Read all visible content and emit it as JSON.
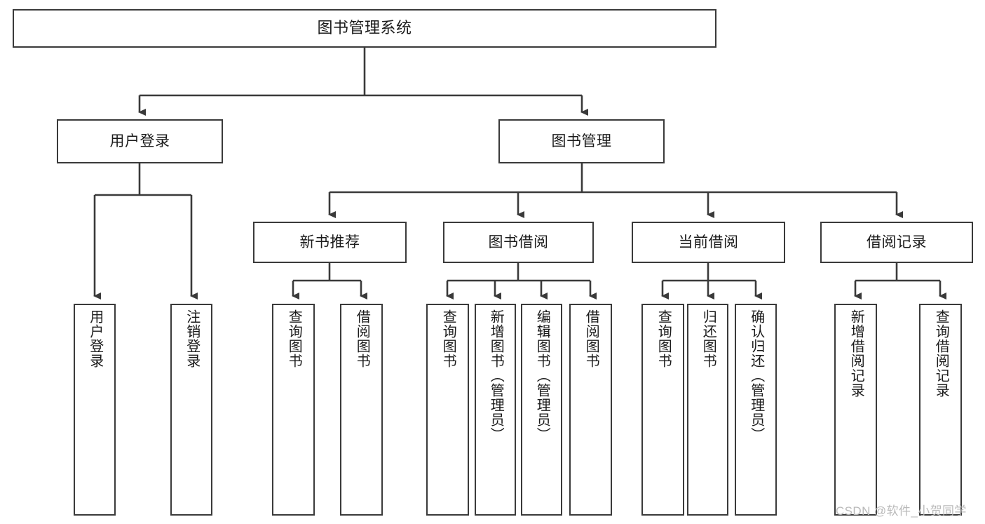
{
  "diagram": {
    "type": "tree-hierarchy",
    "title": "图书管理系统",
    "orientation": "top-down",
    "line_color": "#3a3a3a",
    "box_fill": "#ffffff",
    "text_color": "#1b1b1b",
    "nodes": {
      "root": {
        "label": "图书管理系统",
        "level": 1
      },
      "level2": [
        {
          "id": "user-login",
          "label": "用户登录"
        },
        {
          "id": "book-manage",
          "label": "图书管理"
        }
      ],
      "level3": [
        {
          "id": "new-book-recommend",
          "label": "新书推荐",
          "parent": "book-manage"
        },
        {
          "id": "book-borrow",
          "label": "图书借阅",
          "parent": "book-manage"
        },
        {
          "id": "current-borrow",
          "label": "当前借阅",
          "parent": "book-manage"
        },
        {
          "id": "borrow-record",
          "label": "借阅记录",
          "parent": "book-manage"
        }
      ],
      "leaves": [
        {
          "id": "leaf-user-login",
          "label": "用户登录",
          "parent": "user-login"
        },
        {
          "id": "leaf-logout-login",
          "label": "注销登录",
          "parent": "user-login"
        },
        {
          "id": "leaf-query-book-1",
          "label": "查询图书",
          "parent": "new-book-recommend"
        },
        {
          "id": "leaf-borrow-book-1",
          "label": "借阅图书",
          "parent": "new-book-recommend"
        },
        {
          "id": "leaf-query-book-2",
          "label": "查询图书",
          "parent": "book-borrow"
        },
        {
          "id": "leaf-add-book",
          "label": "新增图书（管理员）",
          "parent": "book-borrow"
        },
        {
          "id": "leaf-edit-book",
          "label": "编辑图书（管理员）",
          "parent": "book-borrow"
        },
        {
          "id": "leaf-borrow-book-2",
          "label": "借阅图书",
          "parent": "book-borrow"
        },
        {
          "id": "leaf-query-book-3",
          "label": "查询图书",
          "parent": "current-borrow"
        },
        {
          "id": "leaf-return-book",
          "label": "归还图书",
          "parent": "current-borrow"
        },
        {
          "id": "leaf-confirm-return",
          "label": "确认归还（管理员）",
          "parent": "current-borrow"
        },
        {
          "id": "leaf-add-record",
          "label": "新增借阅记录",
          "parent": "borrow-record"
        },
        {
          "id": "leaf-query-record",
          "label": "查询借阅记录",
          "parent": "borrow-record"
        }
      ]
    }
  },
  "watermark": {
    "text": "CSDN @软件_小贺同学",
    "color": "#b9b9b9"
  }
}
